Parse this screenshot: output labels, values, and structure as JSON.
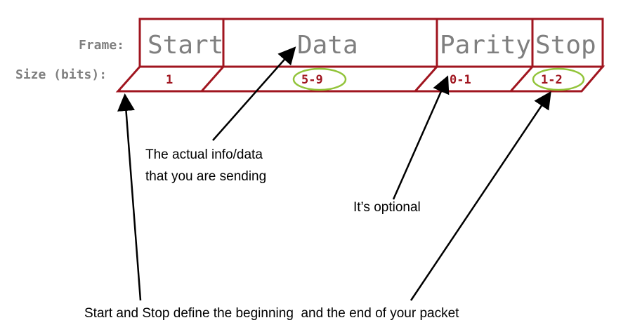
{
  "labels": {
    "frame": "Frame:",
    "size": "Size (bits):"
  },
  "fields": [
    {
      "name": "Start",
      "size": "1"
    },
    {
      "name": "Data",
      "size": "5-9"
    },
    {
      "name": "Parity",
      "size": "0-1"
    },
    {
      "name": "Stop",
      "size": "1-2"
    }
  ],
  "callouts": {
    "data_line1": "The actual info/data",
    "data_line2": "that you are sending",
    "parity": "It’s optional",
    "start_stop": "Start and Stop define the beginning  and the end of your packet"
  },
  "colors": {
    "frame": "#a0151f",
    "highlight": "#92c43a",
    "label": "#7f7f7f"
  }
}
